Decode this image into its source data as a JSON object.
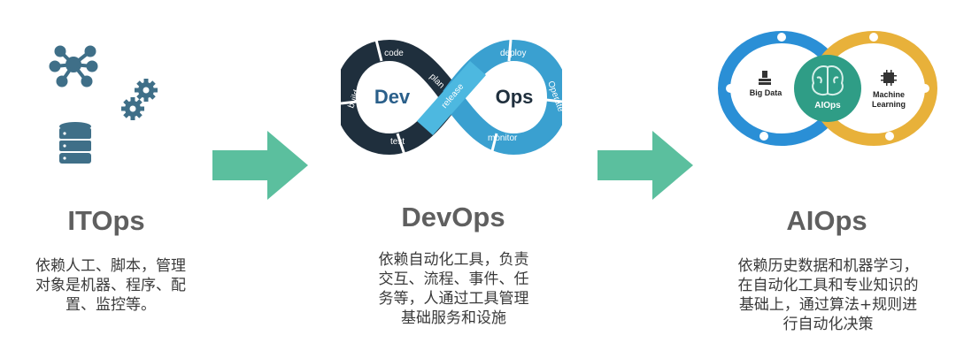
{
  "colors": {
    "arrow": "#5bbf9e",
    "itops_icon": "#3f6f88",
    "devops_dark": "#1f2f3d",
    "devops_blue": "#3aa0d0",
    "devops_light": "#4db8e0",
    "aiops_blue": "#2a8fd6",
    "aiops_gold": "#e8b13a",
    "aiops_center": "#2f9d86",
    "title": "#5f5f5f"
  },
  "icons": [
    "network-hub-icon",
    "gears-icon",
    "database-icon",
    "big-data-icon",
    "chip-icon",
    "brain-icon"
  ],
  "columns": [
    {
      "title": "ITOps",
      "desc": [
        "依赖人工、脚本，管理",
        "对象是机器、程序、配",
        "置、监控等。"
      ]
    },
    {
      "title": "DevOps",
      "desc": [
        "依赖自动化工具，负责",
        "交互、流程、事件、任",
        "务等，人通过工具管理",
        "基础服务和设施"
      ]
    },
    {
      "title": "AIOps",
      "desc": [
        "依赖历史数据和机器学习，",
        "在自动化工具和专业知识的",
        "基础上，通过算法+规则进",
        "行自动化决策"
      ]
    }
  ],
  "devops": {
    "dev": "Dev",
    "ops": "Ops",
    "stages": [
      "code",
      "plan",
      "build",
      "test",
      "release",
      "deploy",
      "Operate",
      "monitor"
    ]
  },
  "aiops": {
    "left": "Big Data",
    "center": "AIOps",
    "right_line1": "Machine",
    "right_line2": "Learning"
  }
}
